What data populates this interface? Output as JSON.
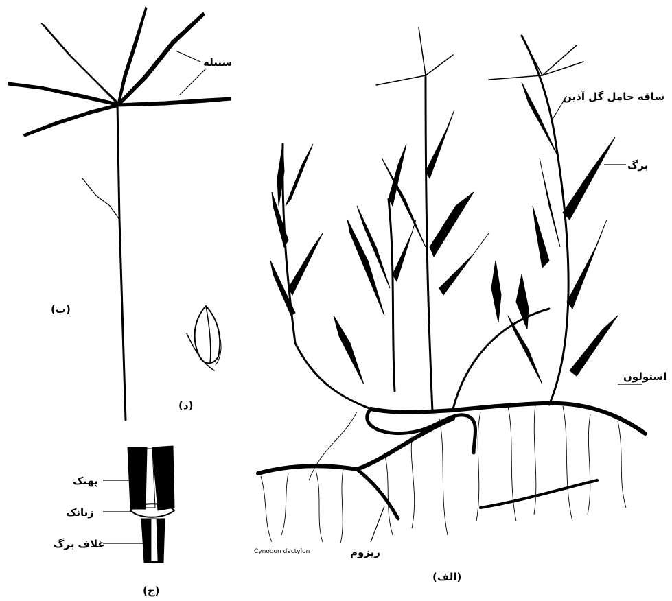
{
  "labels": {
    "spikelet": "سنبله",
    "flowering_stem": "ساقه حامل گل آذین",
    "leaf": "برگ",
    "stolon": "استولون",
    "rhizome": "ریزوم",
    "blade": "پهنک",
    "ligule": "زبانک",
    "leaf_sheath": "غلاف برگ",
    "species": "Cynodon dactylon"
  },
  "captions": {
    "a": "(الف)",
    "b": "(ب)",
    "c": "(ج)",
    "d": "(د)"
  }
}
